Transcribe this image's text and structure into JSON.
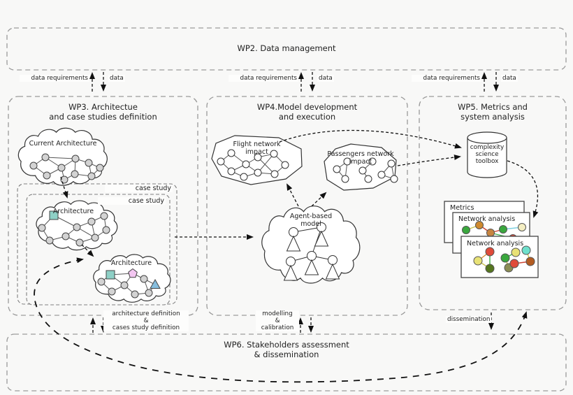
{
  "colors": {
    "teal_square": "#8ed0c6",
    "pink_pentagon": "#f3c6f1",
    "blue_triangle": "#86bede",
    "card_red": "#e04b3a",
    "card_green": "#3aa83e",
    "card_darkgreen": "#55761f",
    "card_olive": "#8b8d55",
    "card_yellow": "#e8e276",
    "card_cream": "#f4eec2",
    "card_orange": "#d08a2e",
    "card_brown": "#b35c22",
    "card_cyan": "#6fe0cc",
    "card_tan": "#c8853f",
    "edge_red": "#cc4433",
    "edge_green": "#3fae49",
    "edge_yellow": "#c9c34f",
    "edge_orange": "#d98e32",
    "edge_cyan": "#7fd0e0"
  },
  "wp2": {
    "title": "WP2. Data management"
  },
  "wp3": {
    "title1": "WP3. Architectue",
    "title2": "and case studies definition",
    "current_cloud": "Current Architecture",
    "case_study": "case study",
    "architecture": "Architecture"
  },
  "wp4": {
    "title1": "WP4.Model development",
    "title2": "and execution",
    "flight1": "Flight network",
    "flight2": "impact",
    "passengers1": "Passengers network",
    "passengers2": "impact",
    "abm1": "Agent-based",
    "abm2": "model"
  },
  "wp5": {
    "title1": "WP5. Metrics and",
    "title2": "system analysis",
    "toolbox1": "complexity",
    "toolbox2": "science",
    "toolbox3": "toolbox",
    "card_metrics": "Metrics",
    "card_network": "Network analysis"
  },
  "wp6": {
    "title1": "WP6. Stakeholders assessment",
    "title2": "& dissemination"
  },
  "flows": {
    "data_requirements": "data requirements",
    "data": "data",
    "arch_def1": "architecture definition",
    "arch_def2": "&",
    "arch_def3": "cases study definition",
    "modelling1": "modelling",
    "modelling2": "&",
    "modelling3": "calibration",
    "dissemination": "dissemination"
  }
}
